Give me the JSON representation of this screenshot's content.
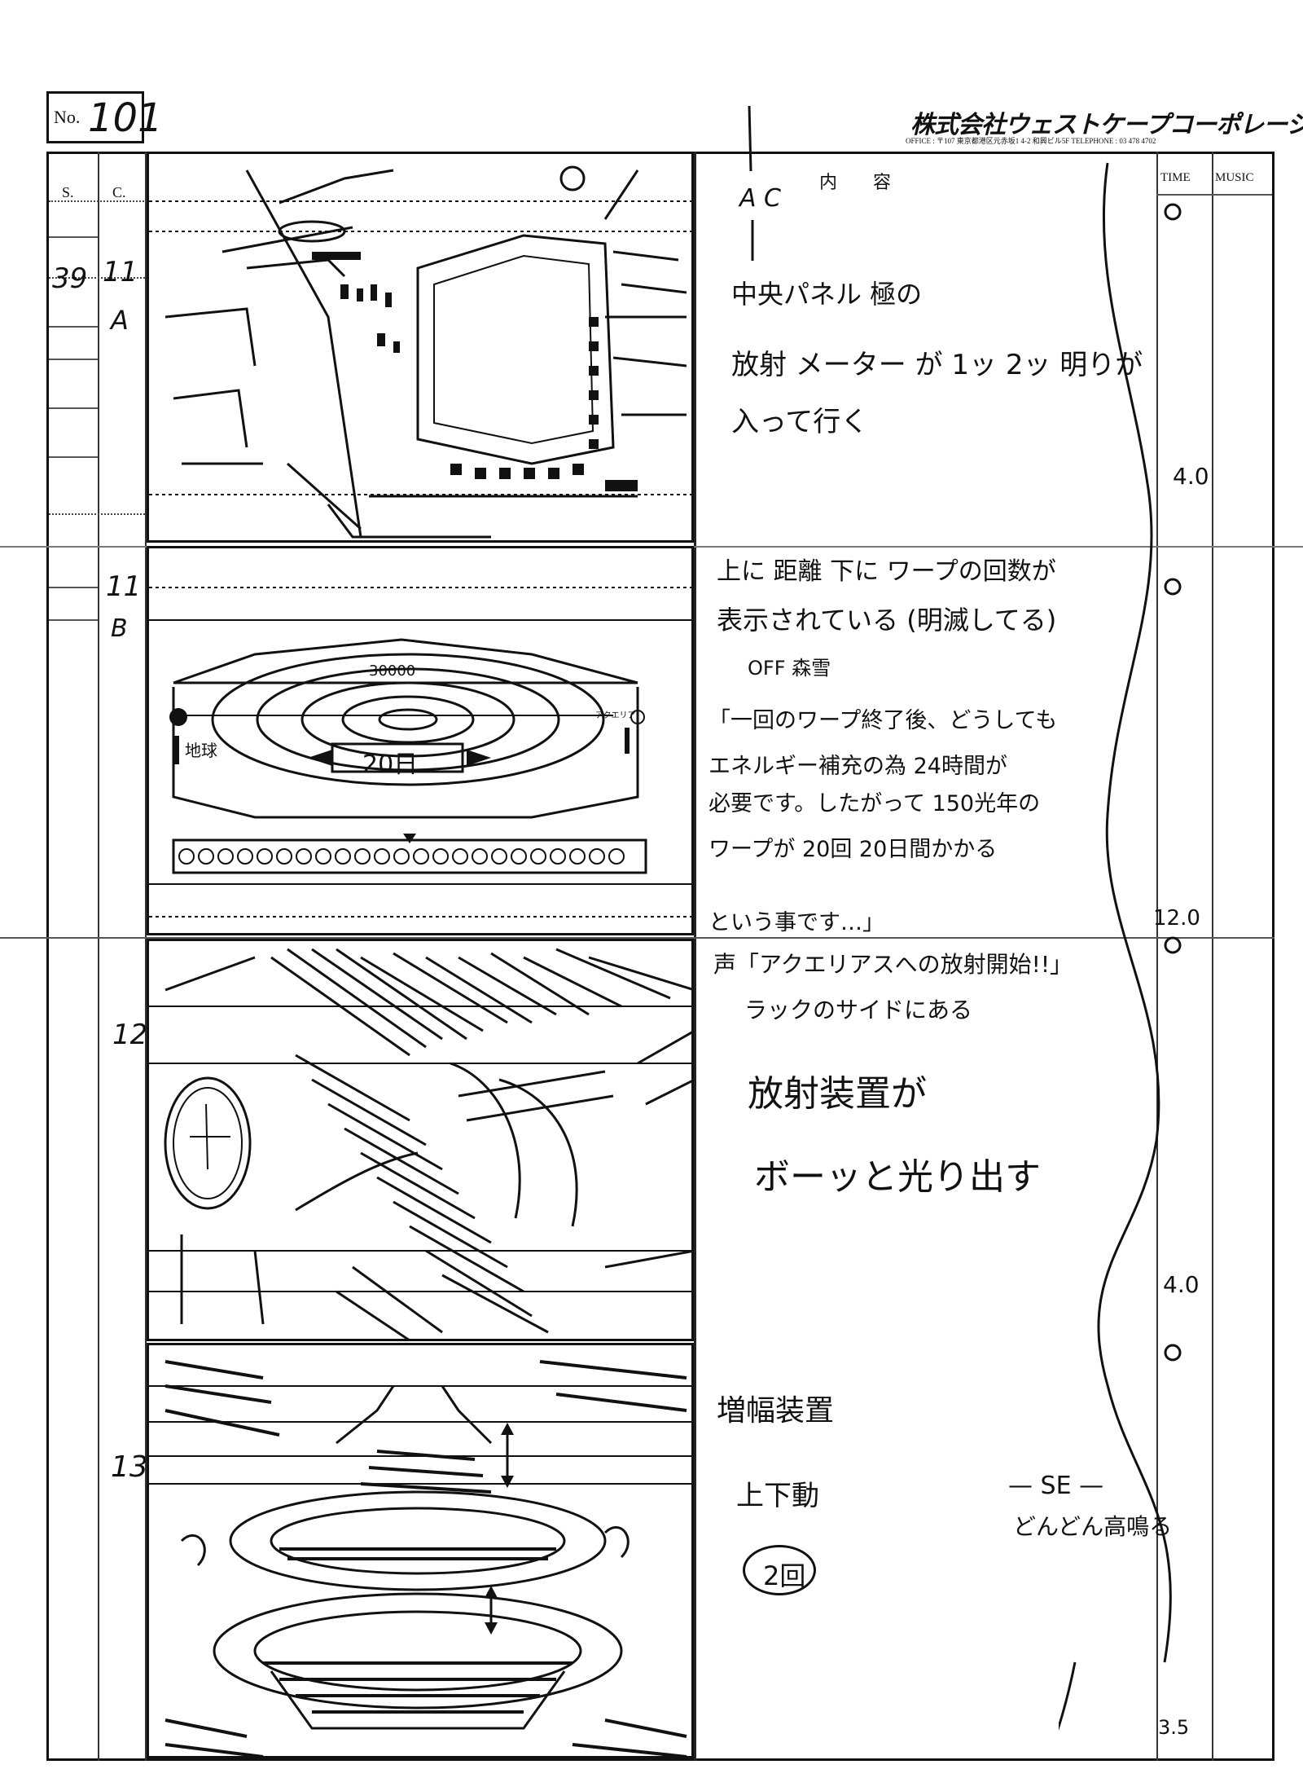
{
  "header": {
    "no_label": "No.",
    "no_value": "101",
    "company": "株式会社ウェストケープコーポレーション",
    "office_line": "OFFICE : 〒107 東京都港区元赤坂1 4-2 和興ビル5F TELEPHONE : 03 478 4702"
  },
  "columns": {
    "scene": "S.",
    "cut": "C.",
    "content": "内　　容",
    "time": "TIME",
    "music": "MUSIC"
  },
  "rows": [
    {
      "scene": "39",
      "cut": "11",
      "cut_sub": "A",
      "notes": [
        "A C",
        "中央パネル 極の",
        "放射 メーター が 1ッ 2ッ 明りが",
        "入って行く"
      ],
      "time": "4.0"
    },
    {
      "cut": "11",
      "cut_sub": "B",
      "notes": [
        "上に 距離  下に ワープの回数が",
        "表示されている (明滅してる)",
        "OFF 森雪",
        "「一回のワープ終了後、どうしても",
        "エネルギー補充の為 24時間が",
        "必要です。したがって 150光年の",
        "ワープが 20回 20日間かかる",
        "という事です…」"
      ],
      "time": "12.0",
      "panel_labels": {
        "distance": "30000",
        "days": "20日",
        "left_mark": "地球",
        "right_mark": "アクエリア"
      }
    },
    {
      "cut": "12",
      "notes": [
        "声「アクエリアスへの放射開始!!」",
        "ラックのサイドにある",
        "放射装置が",
        "ボーッと光り出す"
      ],
      "time": "4.0"
    },
    {
      "cut": "13",
      "notes": [
        "増幅装置",
        "上下動",
        "2回"
      ],
      "se": [
        "— SE —",
        "どんどん高鳴る"
      ],
      "time": "3.5"
    }
  ]
}
